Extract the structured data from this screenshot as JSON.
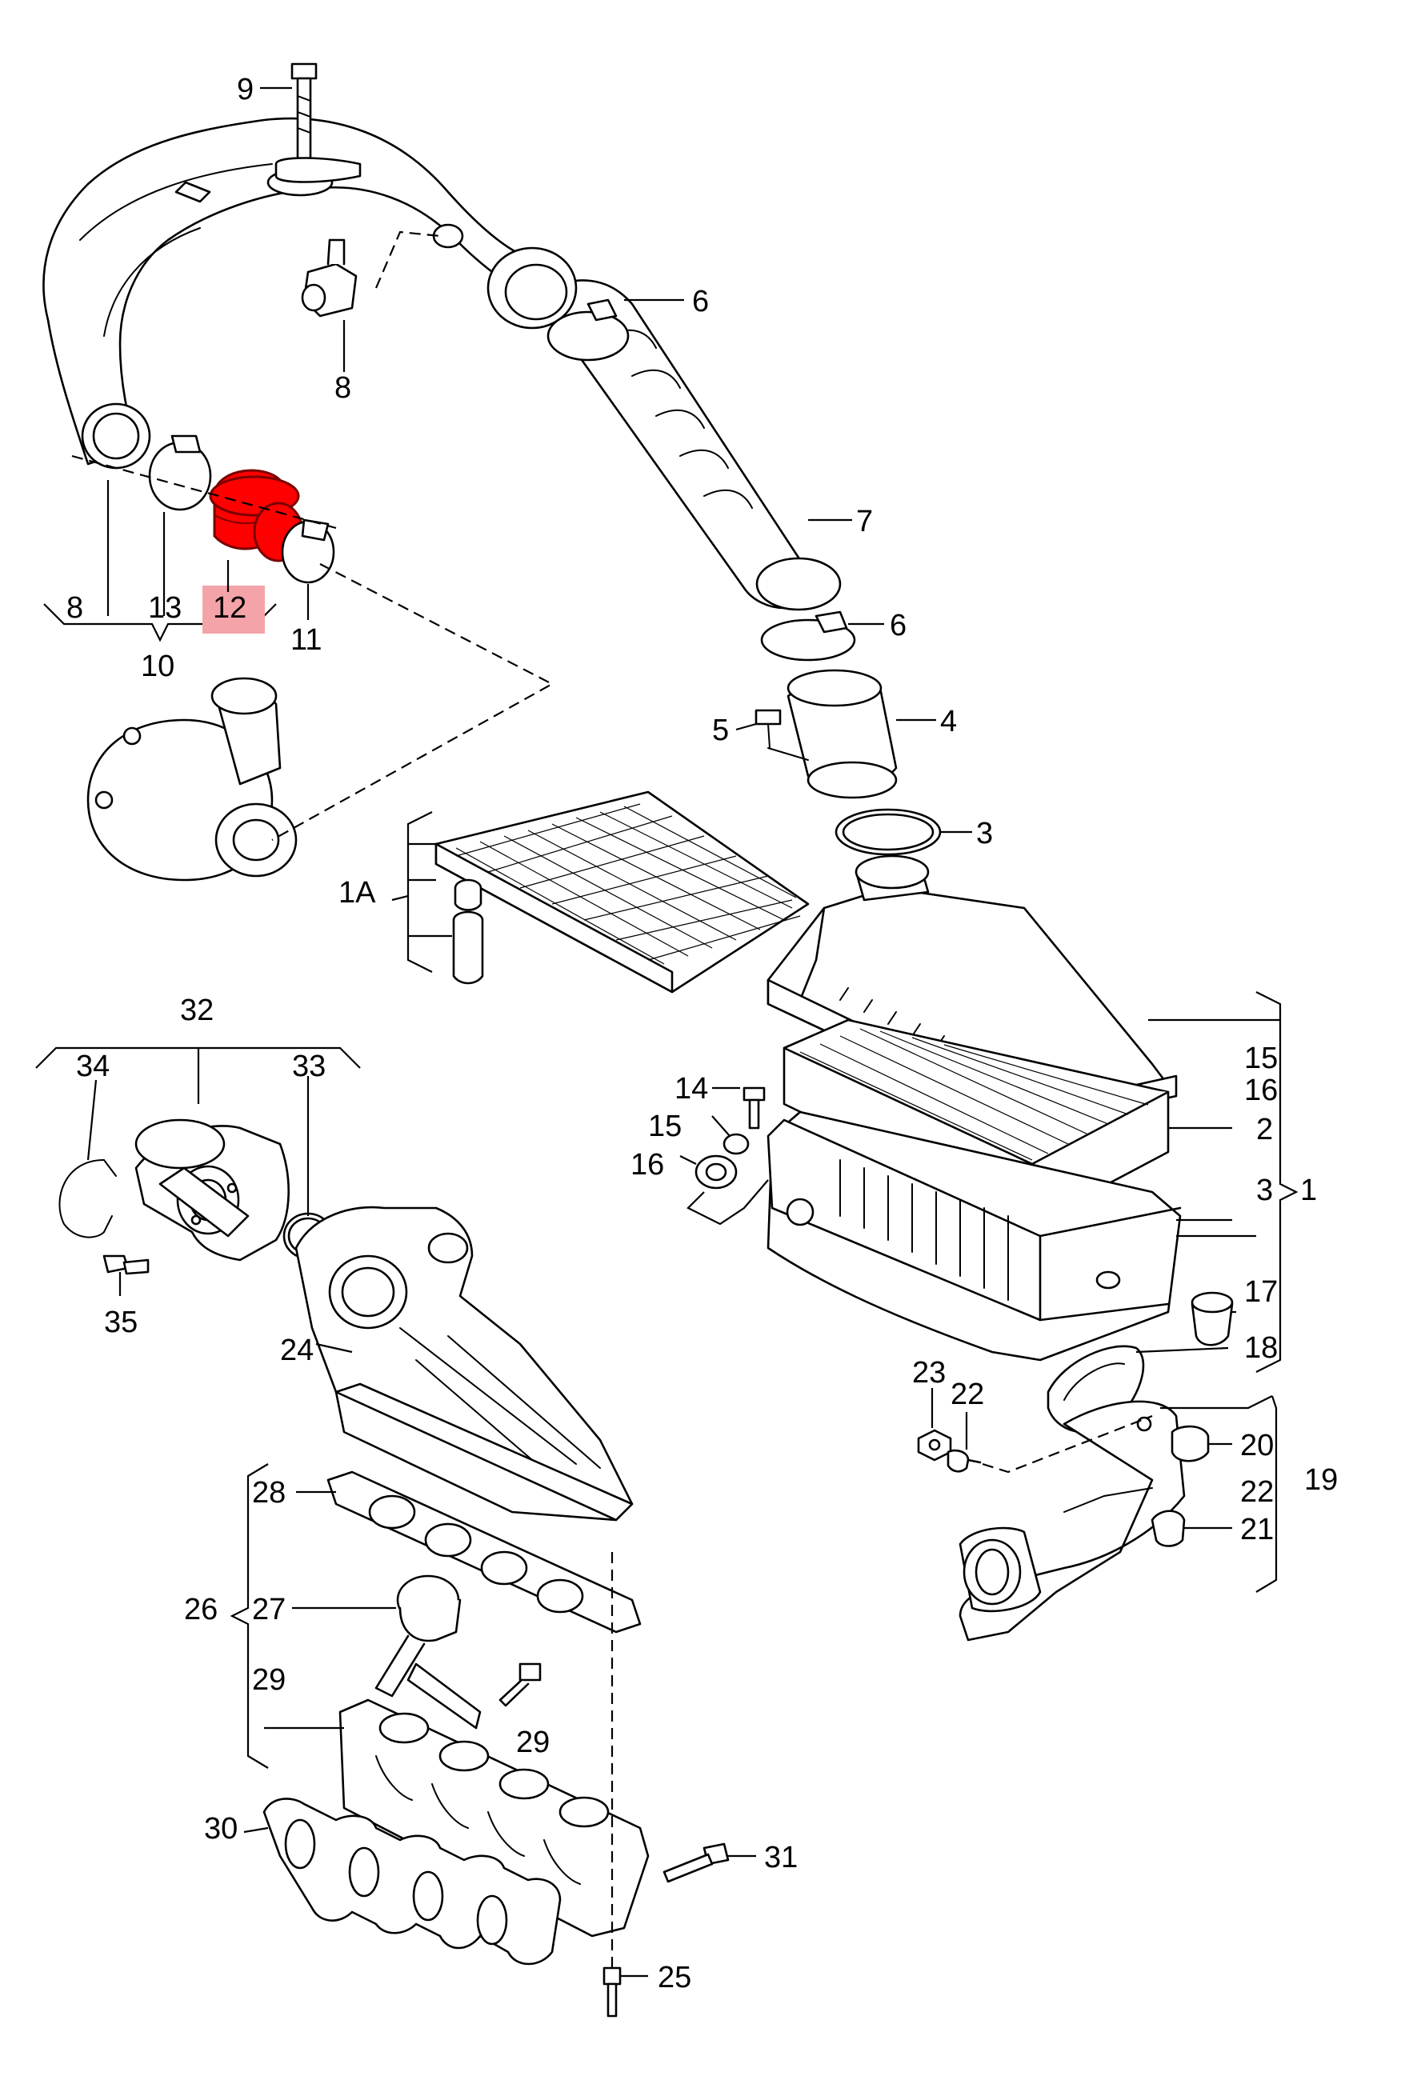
{
  "callouts": {
    "c1": "1",
    "c1A": "1A",
    "c2": "2",
    "c3a": "3",
    "c3b": "3",
    "c4": "4",
    "c5": "5",
    "c6a": "6",
    "c6b": "6",
    "c7": "7",
    "c8a": "8",
    "c8b": "8",
    "c9": "9",
    "c10": "10",
    "c11": "11",
    "c12": "12",
    "c13": "13",
    "c14": "14",
    "c15a": "15",
    "c15b": "15",
    "c16a": "16",
    "c16b": "16",
    "c17": "17",
    "c18": "18",
    "c19": "19",
    "c20": "20",
    "c21": "21",
    "c22a": "22",
    "c22b": "22",
    "c23": "23",
    "c24": "24",
    "c25": "25",
    "c26": "26",
    "c27": "27",
    "c28": "28",
    "c29a": "29",
    "c29b": "29",
    "c30": "30",
    "c31": "31",
    "c32": "32",
    "c33": "33",
    "c34": "34",
    "c35": "35"
  },
  "highlight": {
    "part": "12",
    "color": "#ff0000",
    "box_color": "#f4a3a8"
  }
}
